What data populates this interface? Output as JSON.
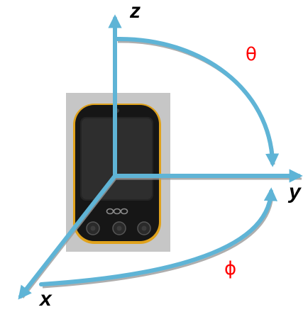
{
  "diagram": {
    "labels": {
      "z": "z",
      "y": "y",
      "x": "x",
      "theta": "θ",
      "phi": "ϕ"
    },
    "colors": {
      "axis": "#5fb4d6",
      "axis_shadow": "#9a9a9a",
      "angle_label": "#ff0000",
      "text": "#000000",
      "photo_background": "#c8c8c8",
      "phone_body": "#1a1a1a",
      "phone_trim": "#e0a21c"
    },
    "photo": {
      "subject": "mobile-phone",
      "icon": "phone-icon"
    }
  }
}
